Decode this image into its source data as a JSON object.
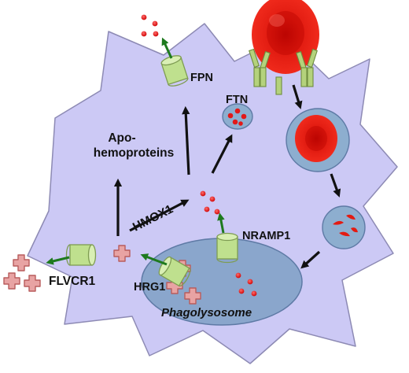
{
  "labels": {
    "fpn": "FPN",
    "ftn": "FTN",
    "apo_line1": "Apo-",
    "apo_line2": "hemoproteins",
    "hmox1": "HMOX1",
    "nramp1": "NRAMP1",
    "flvcr1": "FLVCR1",
    "hrg1": "HRG1",
    "phagolysosome": "Phagolysosome"
  },
  "colors": {
    "cell_fill": "#ccc9f5",
    "cell_stroke": "#8d8ab4",
    "phagolysosome_fill": "#8aa6cc",
    "vesicle_fill": "#8daecf",
    "transporter_fill": "#bfe08e",
    "arrow_black": "#111111",
    "arrow_green": "#1e7a1e",
    "iron_dot": "#e21818",
    "heme_fill": "#e8a3a3",
    "rbc_red": "#e31b12",
    "receptor_green": "#b4d27c"
  }
}
